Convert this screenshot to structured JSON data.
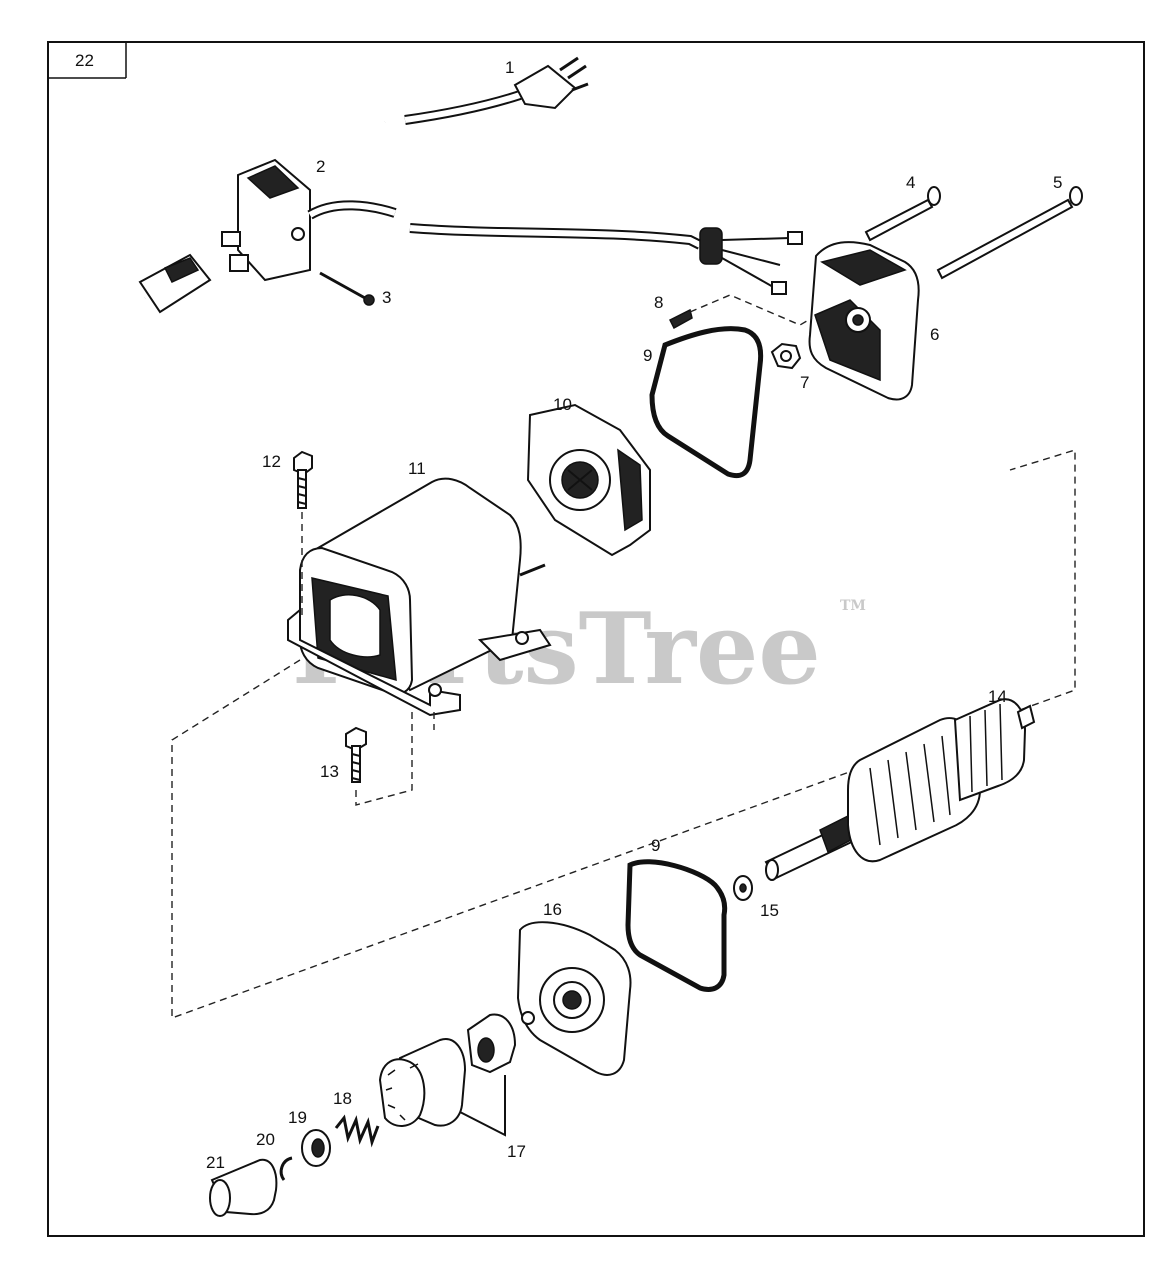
{
  "diagram": {
    "page_number": "22",
    "watermark": "PartsTree",
    "watermark_mark": "TM",
    "callouts": {
      "c1": "1",
      "c2": "2",
      "c3": "3",
      "c4": "4",
      "c5": "5",
      "c6": "6",
      "c7": "7",
      "c8": "8",
      "c9a": "9",
      "c9b": "9",
      "c10": "10",
      "c11": "11",
      "c12": "12",
      "c13": "13",
      "c14": "14",
      "c15": "15",
      "c16": "16",
      "c17": "17",
      "c18": "18",
      "c19": "19",
      "c20": "20",
      "c21": "21"
    }
  }
}
